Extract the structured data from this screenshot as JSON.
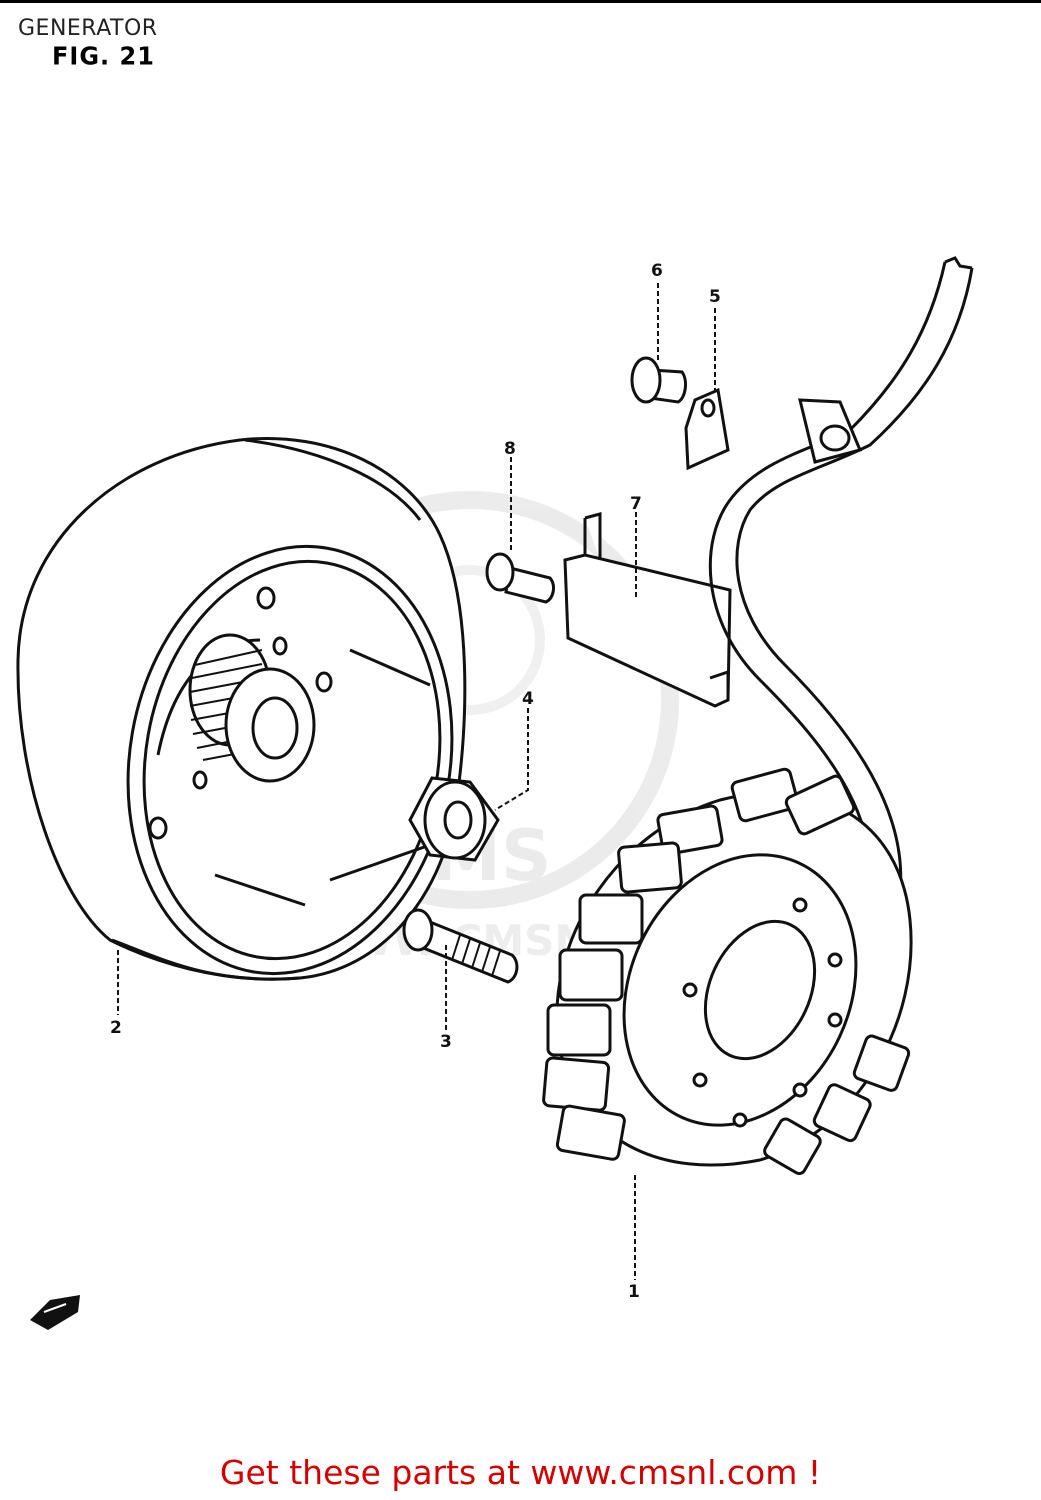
{
  "header": {
    "section_title": "GENERATOR",
    "figure_label": "FIG. 21"
  },
  "diagram": {
    "subject": "generator exploded parts view",
    "callouts": [
      {
        "id": "1",
        "part": "stator"
      },
      {
        "id": "2",
        "part": "rotor"
      },
      {
        "id": "3",
        "part": "rotor bolt"
      },
      {
        "id": "4",
        "part": "washer"
      },
      {
        "id": "5",
        "part": "clamp"
      },
      {
        "id": "6",
        "part": "screw"
      },
      {
        "id": "7",
        "part": "lead wire guide"
      },
      {
        "id": "8",
        "part": "screw"
      }
    ],
    "watermark_text": "WWW.CMSNL.COM",
    "watermark_logo": "CMS"
  },
  "footer": {
    "link_text": "Get these parts at www.cmsnl.com !"
  },
  "colors": {
    "line": "#111111",
    "footer_text": "#d40000",
    "watermark": "#d9d9d9"
  }
}
